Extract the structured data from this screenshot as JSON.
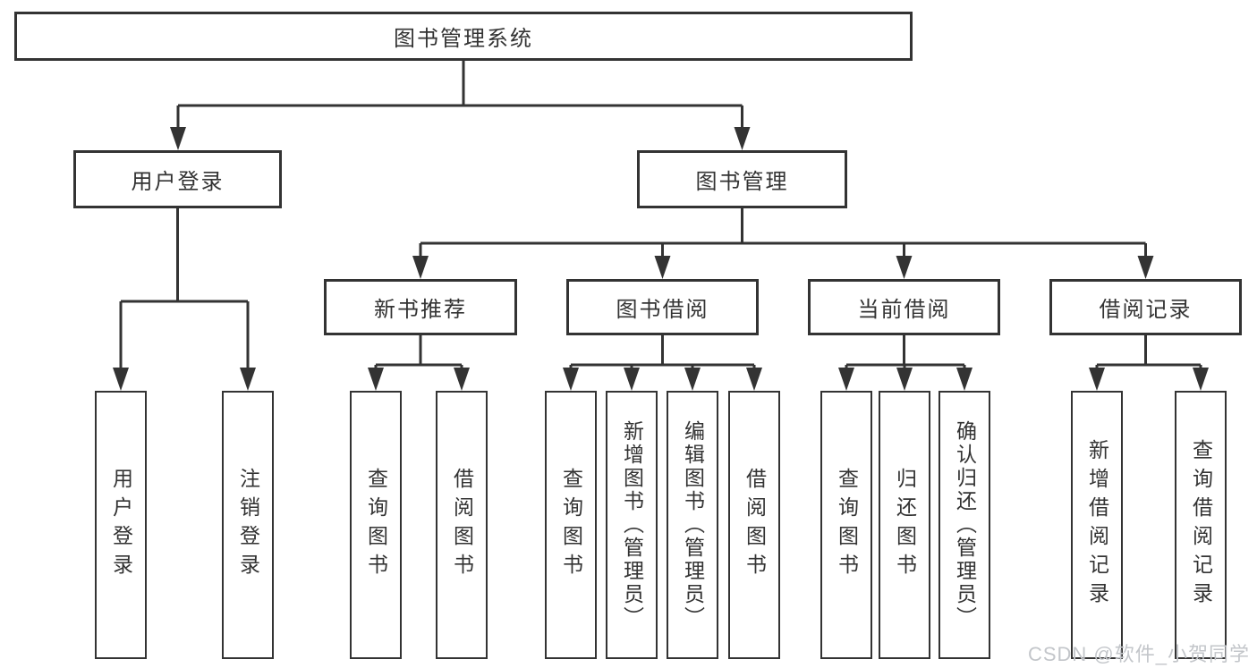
{
  "diagram": {
    "root": {
      "label": "图书管理系统"
    },
    "level2": [
      {
        "label": "用户登录"
      },
      {
        "label": "图书管理"
      }
    ],
    "level3": [
      {
        "label": "新书推荐"
      },
      {
        "label": "图书借阅"
      },
      {
        "label": "当前借阅"
      },
      {
        "label": "借阅记录"
      }
    ],
    "leaves": {
      "user_login": [
        {
          "label": "用户登录"
        },
        {
          "label": "注销登录"
        }
      ],
      "new_books": [
        {
          "label": "查询图书"
        },
        {
          "label": "借阅图书"
        }
      ],
      "book_borrow": [
        {
          "label": "查询图书"
        },
        {
          "label": "新增图书（管理员）"
        },
        {
          "label": "编辑图书（管理员）"
        },
        {
          "label": "借阅图书"
        }
      ],
      "current_borrow": [
        {
          "label": "查询图书"
        },
        {
          "label": "归还图书"
        },
        {
          "label": "确认归还（管理员）"
        }
      ],
      "borrow_records": [
        {
          "label": "新增借阅记录"
        },
        {
          "label": "查询借阅记录"
        }
      ]
    }
  },
  "watermark": {
    "text": "CSDN @软件_小贺同学"
  },
  "colors": {
    "line": "#333333",
    "box_background": "#ffffff",
    "page_background": "#ffffff",
    "text": "#333333",
    "watermark": "#c3c6ca"
  }
}
